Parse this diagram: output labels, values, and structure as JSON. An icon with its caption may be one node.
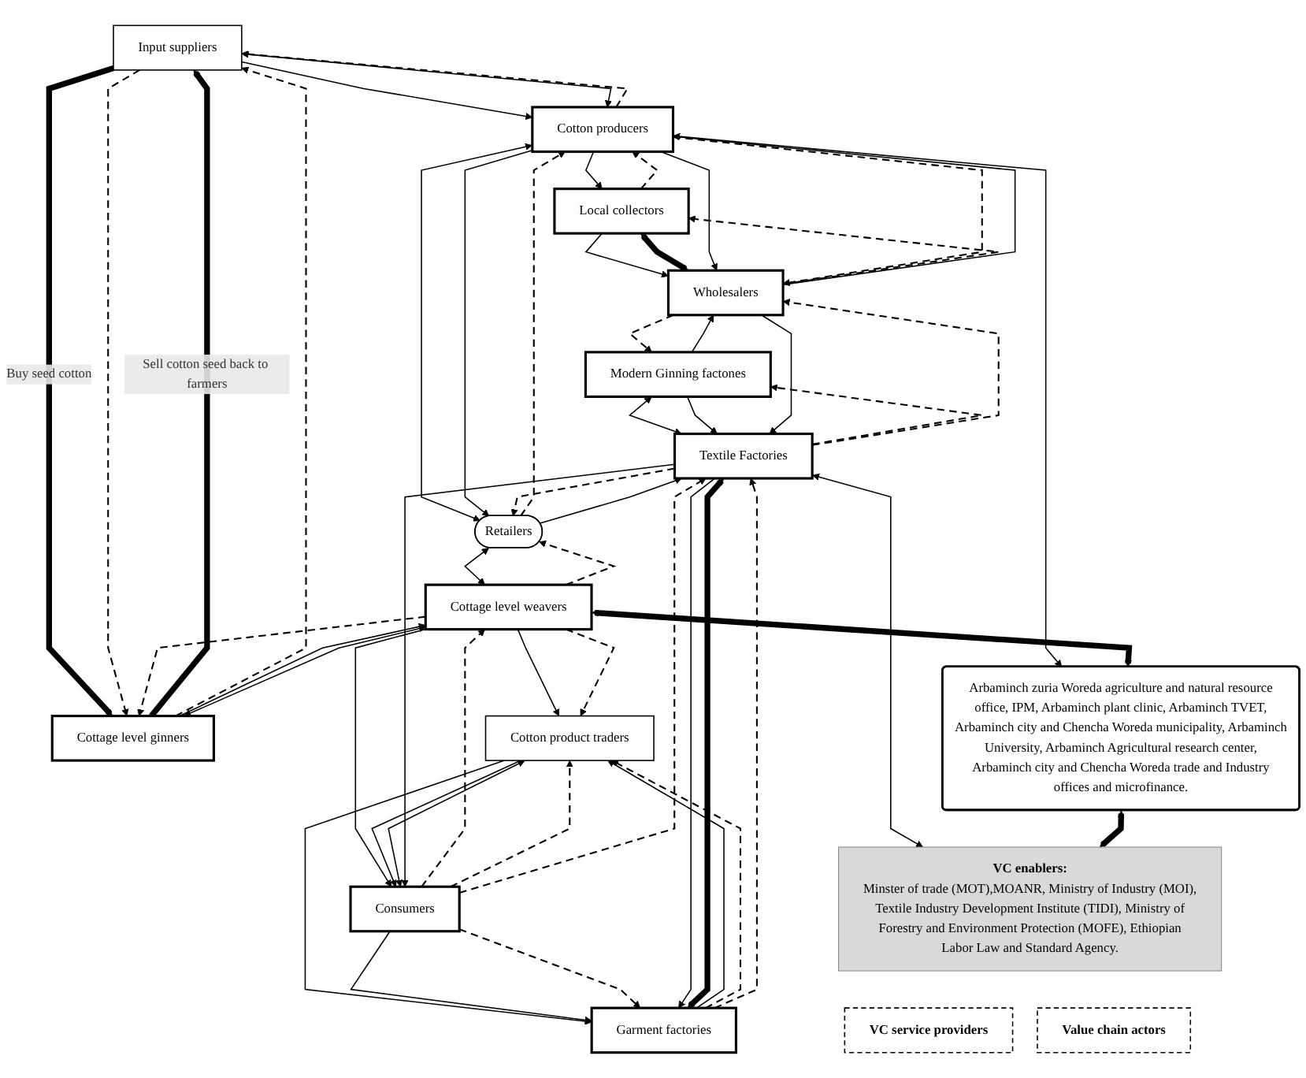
{
  "diagram": {
    "nodes": [
      {
        "text": [
          "Value chain actors"
        ]
      },
      {
        "text": [
          "Input suppliers"
        ]
      },
      {
        "text": [
          "Cotton producers"
        ]
      },
      {
        "text": [
          "Local collectors"
        ]
      },
      {
        "text": [
          "Modern Ginning factones"
        ]
      },
      {
        "text": [
          "Wholesalers"
        ]
      },
      {
        "text": [
          "Retailers"
        ]
      },
      {
        "text": [
          "Cottage level ginners"
        ]
      },
      {
        "text": [
          "Textile Factories"
        ]
      },
      {
        "text": [
          "Cotton product traders"
        ]
      },
      {
        "text": [
          "Cottage level weavers"
        ]
      },
      {
        "text": [
          "Garment factories"
        ]
      },
      {
        "text": [
          "Consumers"
        ]
      },
      {
        "text": [
          "VC service providers"
        ]
      },
      {
        "text": [
          "Arbaminch zuria Woreda agriculture and natural resource office, IPM, Arbaminch plant clinic, Arbaminch TVET, Arbaminch city and Chencha Woreda municipality, Arbaminch University, Arbaminch Agricultural research center, Arbaminch city and Chencha Woreda trade and Industry offices and microfinance."
        ]
      },
      {
        "text": [
          "VC enablers:",
          "Minster of trade (MOT),MOANR, Ministry of Industry (MOI), Textile Industry Development Institute (TIDI), Ministry of Forestry and Environment Protection (MOFE), Ethiopian Labor Law and Standard Agency."
        ]
      }
    ],
    "edges": [
      {
        "from": 1,
        "to": 2,
        "arrow": "to"
      },
      {
        "from": 1,
        "to": 2,
        "arrow": "both"
      },
      {
        "from": 2,
        "to": 1,
        "arrow": "to",
        "style": "dashed"
      },
      {
        "from": 2,
        "to": 3,
        "arrow": "to"
      },
      {
        "from": 3,
        "to": 2,
        "arrow": "to",
        "style": "dashed"
      },
      {
        "from": 3,
        "to": 5,
        "arrow": "to"
      },
      {
        "from": 3,
        "to": 5,
        "arrow": "both",
        "style": "thick"
      },
      {
        "from": 5,
        "to": 3,
        "arrow": "to",
        "style": "dashed"
      },
      {
        "from": 2,
        "to": 5,
        "arrow": "to"
      },
      {
        "from": 5,
        "to": 2,
        "arrow": "to"
      },
      {
        "from": 2,
        "to": 5,
        "arrow": "to",
        "style": "dashed"
      },
      {
        "from": 6,
        "to": 2,
        "arrow": "to",
        "style": "dashed"
      },
      {
        "from": 2,
        "to": 6,
        "arrow": "both"
      },
      {
        "from": 2,
        "to": 6,
        "arrow": "to"
      },
      {
        "from": 5,
        "to": 4,
        "arrow": "to",
        "style": "dashed"
      },
      {
        "from": 4,
        "to": 5,
        "arrow": "to"
      },
      {
        "from": 4,
        "to": 8,
        "arrow": "both"
      },
      {
        "from": 4,
        "to": 8,
        "arrow": "to"
      },
      {
        "from": 8,
        "to": 4,
        "arrow": "to",
        "style": "dashed"
      },
      {
        "from": 5,
        "to": 8,
        "arrow": "to"
      },
      {
        "from": 8,
        "to": 5,
        "arrow": "to",
        "style": "dashed"
      },
      {
        "from": 6,
        "to": 8,
        "arrow": "to"
      },
      {
        "from": 8,
        "to": 6,
        "arrow": "to",
        "style": "dashed"
      },
      {
        "from": 7,
        "to": 1,
        "arrow": "to",
        "style": "thick",
        "label": "Sell cotton seed back to farmers"
      },
      {
        "from": 1,
        "to": 7,
        "arrow": "to",
        "style": "thick",
        "label": "Buy seed cotton"
      },
      {
        "from": 1,
        "to": 7,
        "arrow": "to",
        "style": "dashed"
      },
      {
        "from": 7,
        "to": 1,
        "arrow": "to",
        "style": "dashed"
      },
      {
        "from": 7,
        "to": 10,
        "arrow": "to"
      },
      {
        "from": 7,
        "to": 10,
        "arrow": "both"
      },
      {
        "from": 10,
        "to": 7,
        "arrow": "to",
        "style": "dashed"
      },
      {
        "from": 6,
        "to": 10,
        "arrow": "both"
      },
      {
        "from": 10,
        "to": 6,
        "arrow": "to",
        "style": "dashed"
      },
      {
        "from": 2,
        "to": 14,
        "arrow": "both"
      },
      {
        "from": 10,
        "to": 9,
        "arrow": "to"
      },
      {
        "from": 10,
        "to": 9,
        "arrow": "to",
        "style": "dashed"
      },
      {
        "from": 10,
        "to": 12,
        "arrow": "to"
      },
      {
        "from": 12,
        "to": 10,
        "arrow": "to",
        "style": "dashed"
      },
      {
        "from": 10,
        "to": 14,
        "arrow": "both",
        "style": "thick"
      },
      {
        "from": 9,
        "to": 12,
        "arrow": "to"
      },
      {
        "from": 9,
        "to": 12,
        "arrow": "both"
      },
      {
        "from": 12,
        "to": 9,
        "arrow": "to",
        "style": "dashed"
      },
      {
        "from": 9,
        "to": 11,
        "arrow": "to"
      },
      {
        "from": 11,
        "to": 9,
        "arrow": "to"
      },
      {
        "from": 11,
        "to": 9,
        "arrow": "to",
        "style": "dashed"
      },
      {
        "from": 8,
        "to": 12,
        "arrow": "to"
      },
      {
        "from": 12,
        "to": 8,
        "arrow": "to",
        "style": "dashed"
      },
      {
        "from": 12,
        "to": 11,
        "arrow": "to"
      },
      {
        "from": 12,
        "to": 11,
        "arrow": "to",
        "style": "dashed"
      },
      {
        "from": 8,
        "to": 11,
        "arrow": "to"
      },
      {
        "from": 11,
        "to": 8,
        "arrow": "to",
        "style": "dashed"
      },
      {
        "from": 8,
        "to": 11,
        "arrow": "both",
        "style": "thick"
      },
      {
        "from": 8,
        "to": 15,
        "arrow": "both"
      },
      {
        "from": 14,
        "to": 15,
        "arrow": "both",
        "style": "thick"
      }
    ]
  }
}
